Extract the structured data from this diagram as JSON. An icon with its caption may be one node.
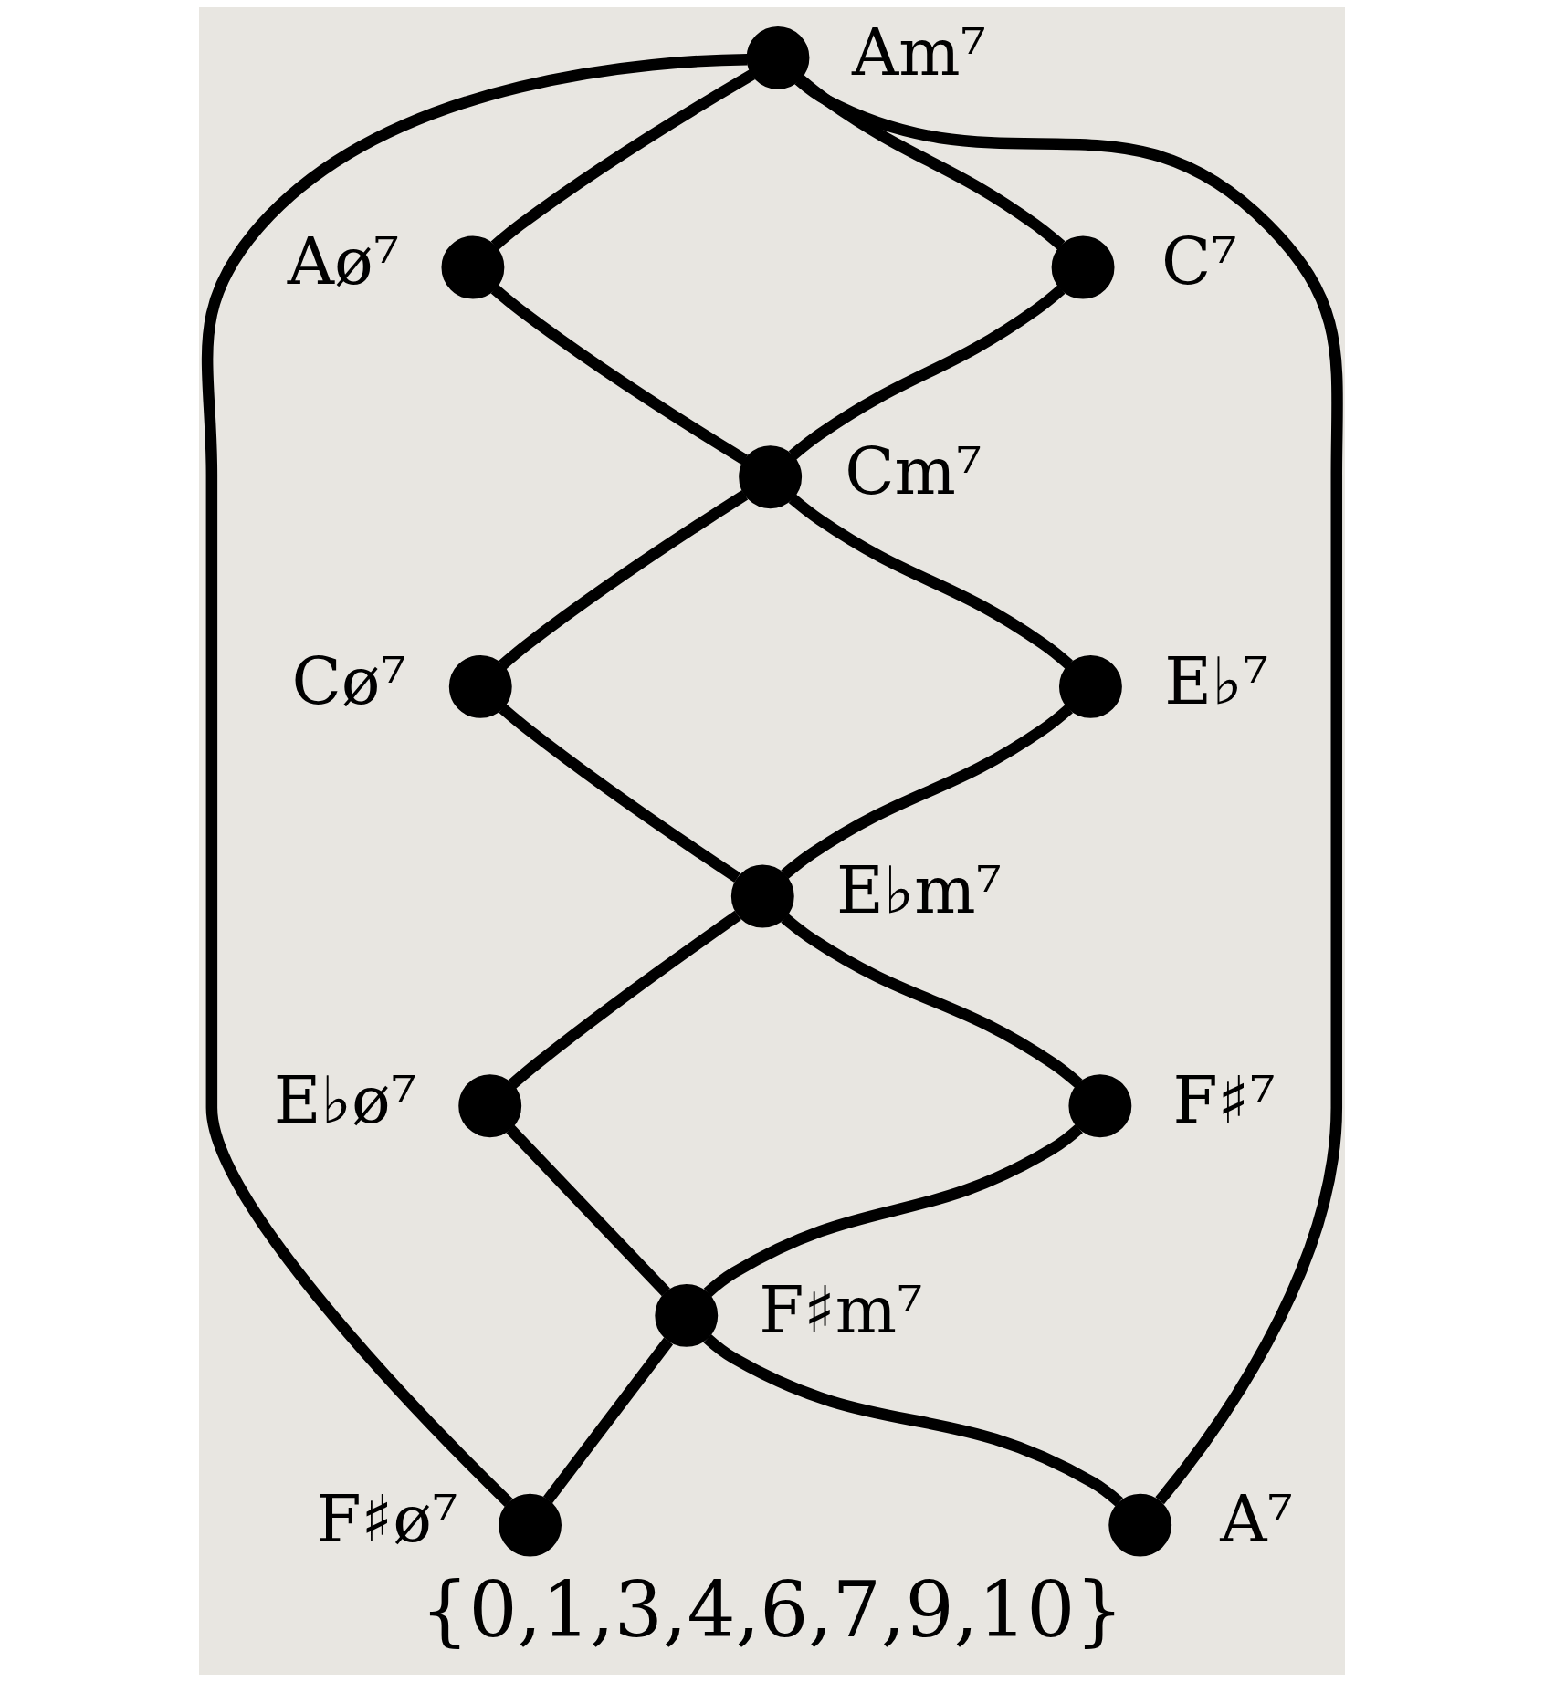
{
  "diagram": {
    "caption": "{0,1,3,4,6,7,9,10}",
    "nodes": [
      {
        "text": [],
        "shape": "circle",
        "beside": [
          "Am⁷"
        ]
      },
      {
        "text": [],
        "shape": "circle",
        "beside": [
          "Aø⁷"
        ]
      },
      {
        "text": [],
        "shape": "circle",
        "beside": [
          "C⁷"
        ]
      },
      {
        "text": [],
        "shape": "circle",
        "beside": [
          "Cm⁷"
        ]
      },
      {
        "text": [],
        "shape": "circle",
        "beside": [
          "Cø⁷"
        ]
      },
      {
        "text": [],
        "shape": "circle",
        "beside": [
          "E♭⁷"
        ]
      },
      {
        "text": [],
        "shape": "circle",
        "beside": [
          "E♭m⁷"
        ]
      },
      {
        "text": [],
        "shape": "circle",
        "beside": [
          "E♭ø⁷"
        ]
      },
      {
        "text": [],
        "shape": "circle",
        "beside": [
          "F♯⁷"
        ]
      },
      {
        "text": [],
        "shape": "circle",
        "beside": [
          "F♯m⁷"
        ]
      },
      {
        "text": [],
        "shape": "circle",
        "beside": [
          "F♯ø⁷"
        ]
      },
      {
        "text": [],
        "shape": "circle",
        "beside": [
          "A⁷"
        ]
      }
    ],
    "edges": [
      {
        "from": 0,
        "to": 1,
        "arrow": "none"
      },
      {
        "from": 0,
        "to": 2,
        "arrow": "none"
      },
      {
        "from": 0,
        "to": 10,
        "arrow": "none"
      },
      {
        "from": 0,
        "to": 11,
        "arrow": "none"
      },
      {
        "from": 1,
        "to": 3,
        "arrow": "none"
      },
      {
        "from": 2,
        "to": 3,
        "arrow": "none"
      },
      {
        "from": 3,
        "to": 4,
        "arrow": "none"
      },
      {
        "from": 3,
        "to": 5,
        "arrow": "none"
      },
      {
        "from": 4,
        "to": 6,
        "arrow": "none"
      },
      {
        "from": 5,
        "to": 6,
        "arrow": "none"
      },
      {
        "from": 6,
        "to": 7,
        "arrow": "none"
      },
      {
        "from": 6,
        "to": 8,
        "arrow": "none"
      },
      {
        "from": 7,
        "to": 9,
        "arrow": "none"
      },
      {
        "from": 8,
        "to": 9,
        "arrow": "none"
      },
      {
        "from": 9,
        "to": 10,
        "arrow": "none"
      },
      {
        "from": 9,
        "to": 11,
        "arrow": "none"
      }
    ]
  }
}
